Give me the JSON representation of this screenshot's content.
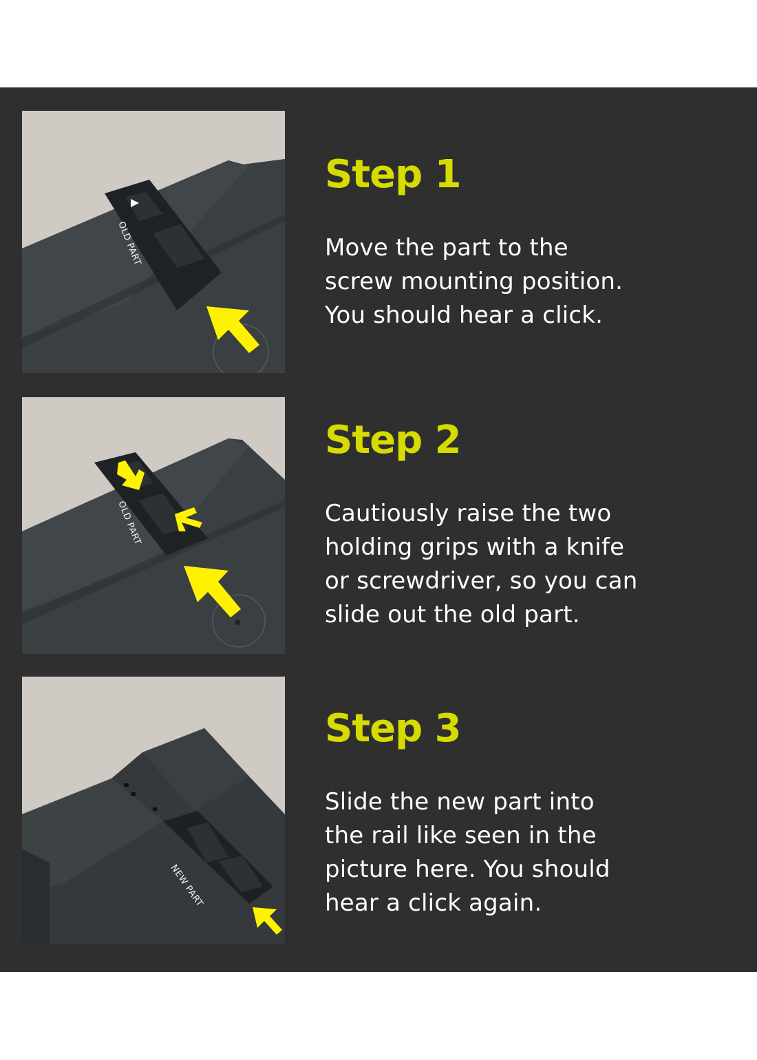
{
  "colors": {
    "background": "#ffffff",
    "panel": "#2f2f2f",
    "accent": "#d7dc00",
    "body_text": "#ffffff",
    "arrow": "#fff200"
  },
  "steps": [
    {
      "title": "Step 1",
      "body": "Move the part to the\nscrew mounting position.\nYou should hear a click.",
      "image": {
        "label": "OLD PART",
        "arrows": [
          "arrow-up-left"
        ]
      }
    },
    {
      "title": "Step 2",
      "body": "Cautiously raise the two\nholding grips with a knife\nor screwdriver, so you can\nslide out the old part.",
      "image": {
        "label": "OLD PART",
        "arrows": [
          "arrow-down-right",
          "arrow-left",
          "arrow-up-left"
        ]
      }
    },
    {
      "title": "Step 3",
      "body": "Slide the new part into\nthe rail like seen in the\npicture here. You should\nhear a click again.",
      "image": {
        "label": "NEW PART",
        "arrows": [
          "arrow-up-left"
        ]
      }
    }
  ]
}
